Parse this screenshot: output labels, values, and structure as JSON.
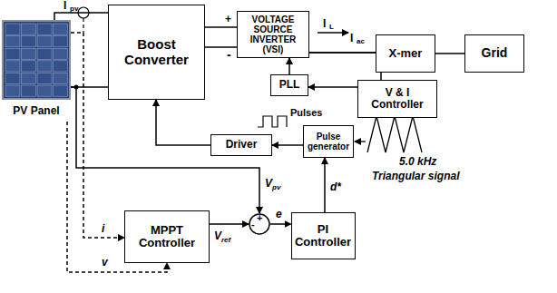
{
  "diagram": {
    "nodes": [
      {
        "text": [
          "PV Panel"
        ]
      },
      {
        "text": [
          "Boost Converter"
        ]
      },
      {
        "text": [
          "VOLTAGE SOURCE INVERTER (VSI)"
        ]
      },
      {
        "text": [
          "X-mer"
        ]
      },
      {
        "text": [
          "Grid"
        ]
      },
      {
        "text": [
          "PLL"
        ]
      },
      {
        "text": [
          "V & I Controller"
        ]
      },
      {
        "text": [
          "Driver"
        ]
      },
      {
        "text": [
          "Pulse generator"
        ]
      },
      {
        "text": [
          "MPPT Controller"
        ]
      },
      {
        "text": [
          "+",
          "-"
        ]
      },
      {
        "text": [
          "PI Controller"
        ]
      }
    ],
    "edges": [
      {
        "from": 0,
        "to": 1,
        "arrow": "none"
      },
      {
        "from": 1,
        "to": 2,
        "arrow": "none"
      },
      {
        "from": 2,
        "to": 3,
        "arrow": "none"
      },
      {
        "from": 3,
        "to": 4,
        "arrow": "none"
      },
      {
        "from": 6,
        "to": 5,
        "arrow": "to"
      },
      {
        "from": 5,
        "to": 2,
        "arrow": "to"
      },
      {
        "from": 8,
        "to": 7,
        "arrow": "to"
      },
      {
        "from": 7,
        "to": 1,
        "arrow": "to"
      },
      {
        "from": 11,
        "to": 8,
        "arrow": "to"
      },
      {
        "from": 0,
        "to": 9,
        "arrow": "to"
      },
      {
        "from": 0,
        "to": 9,
        "arrow": "to"
      },
      {
        "from": 9,
        "to": 10,
        "arrow": "to"
      },
      {
        "from": 10,
        "to": 11,
        "arrow": "to"
      },
      {
        "from": 0,
        "to": 10,
        "arrow": "to"
      },
      {
        "from": 2,
        "to": 6,
        "arrow": "none"
      }
    ],
    "labels": [
      "I",
      "pv",
      "+",
      "-",
      "I",
      "L",
      "I",
      "ac",
      "Pulses",
      "5.0 kHz",
      "Triangular signal",
      "d*",
      "i",
      "v",
      "V",
      "pv",
      "V",
      "ref",
      "e"
    ]
  }
}
